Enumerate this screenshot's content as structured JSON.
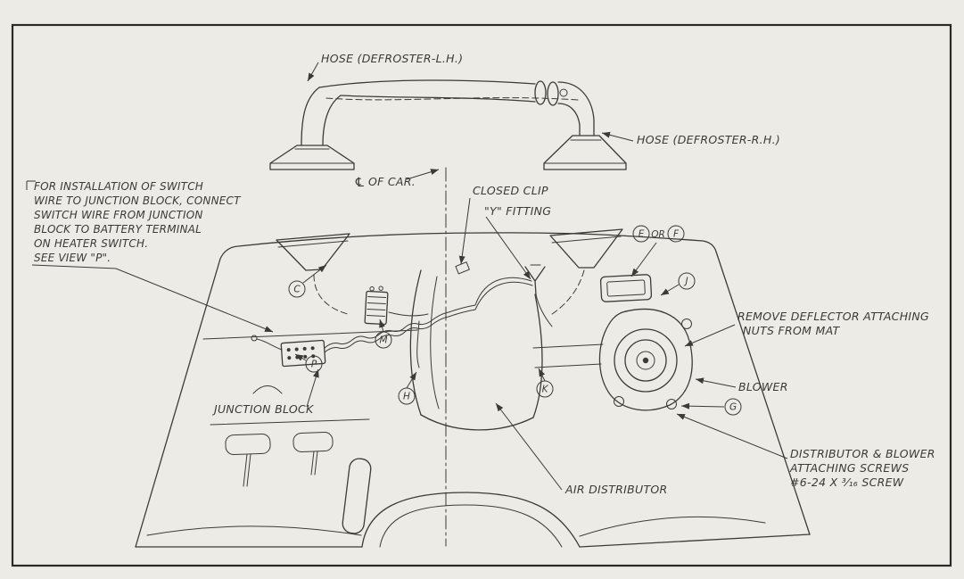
{
  "figure": {
    "kind": "vintage automotive service-manual line drawing: heater / defroster hose installation",
    "colors": {
      "ink": "#3a3a38",
      "paper": "#edebe6"
    }
  },
  "labels": {
    "hose_lh": "HOSE (DEFROSTER-L.H.)",
    "hose_rh": "HOSE (DEFROSTER-R.H.)",
    "centerline_symbol": "℄",
    "centerline": "OF CAR.",
    "closed_clip": "CLOSED CLIP",
    "y_fitting": "\"Y\" FITTING",
    "or": "OR",
    "junction_block": "JUNCTION BLOCK",
    "remove_deflector_1": "REMOVE DEFLECTOR ATTACHING",
    "remove_deflector_2": "NUTS FROM MAT",
    "blower": "BLOWER",
    "air_distributor": "AIR DISTRIBUTOR",
    "screws_1": "DISTRIBUTOR & BLOWER",
    "screws_2": "ATTACHING SCREWS",
    "screws_3": "#6-24 X ³⁄₁₆ SCREW"
  },
  "note": {
    "lines": [
      "FOR INSTALLATION OF SWITCH",
      "WIRE TO JUNCTION BLOCK, CONNECT",
      "SWITCH WIRE FROM JUNCTION",
      "BLOCK TO BATTERY TERMINAL",
      "ON HEATER SWITCH.",
      "SEE VIEW \"P\"."
    ]
  },
  "callouts": [
    "C",
    "M",
    "P",
    "H",
    "K",
    "G",
    "J",
    "E",
    "F"
  ]
}
